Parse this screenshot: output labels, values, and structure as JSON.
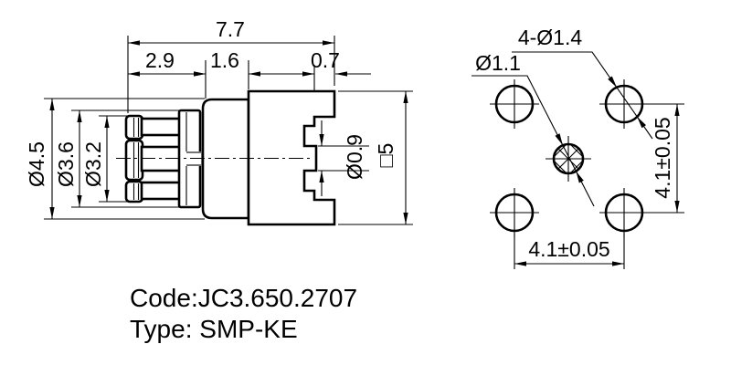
{
  "drawing": {
    "side": {
      "len_total": "7.7",
      "len_interface": "2.9",
      "len_flange": "1.6",
      "len_step": "0.7",
      "dia_flange": "Ø4.5",
      "dia_ring": "Ø3.6",
      "dia_petals": "Ø3.2",
      "dia_pin": "Ø0.9",
      "sq_body": "□5"
    },
    "face": {
      "holes": "4-Ø1.4",
      "center_hole": "Ø1.1",
      "pitch_h": "4.1±0.05",
      "pitch_v": "4.1±0.05"
    },
    "notes": {
      "code": "Code:JC3.650.2707",
      "type": "Type: SMP-KE"
    },
    "colors": {
      "ink": "#000000",
      "paper": "#ffffff"
    }
  }
}
